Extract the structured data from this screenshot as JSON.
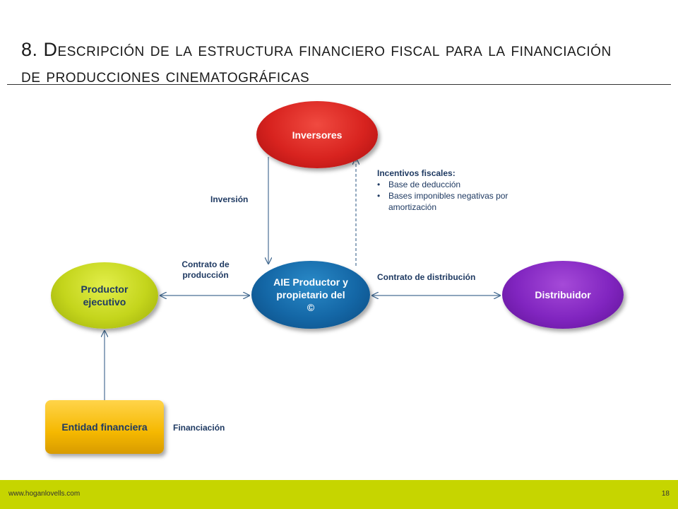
{
  "title": {
    "line1": "8. Descripción de la estructura financiero fiscal para la financiación",
    "line2": "de producciones cinematográficas"
  },
  "nodes": {
    "inversores": "Inversores",
    "productor": "Productor ejecutivo",
    "aie": "AIE Productor y propietario del ©",
    "distribuidor": "Distribuidor",
    "entidad": "Entidad financiera"
  },
  "edges": {
    "inversion": "Inversión",
    "contrato_produccion": "Contrato de producción",
    "contrato_distribucion": "Contrato de distribución",
    "financiacion": "Financiación"
  },
  "incentives": {
    "title": "Incentivos fiscales:",
    "items": [
      "Base de deducción",
      "Bases imponibles negativas por amortización"
    ]
  },
  "footer": {
    "url": "www.hoganlovells.com",
    "page": "18"
  },
  "colors": {
    "inversores": "#d8231f",
    "productor": "#c4d51c",
    "aie": "#1467a6",
    "distribuidor": "#8125c0",
    "entidad": "#f5b800",
    "footer_bar": "#c6d500",
    "connector": "#4a6f94"
  }
}
